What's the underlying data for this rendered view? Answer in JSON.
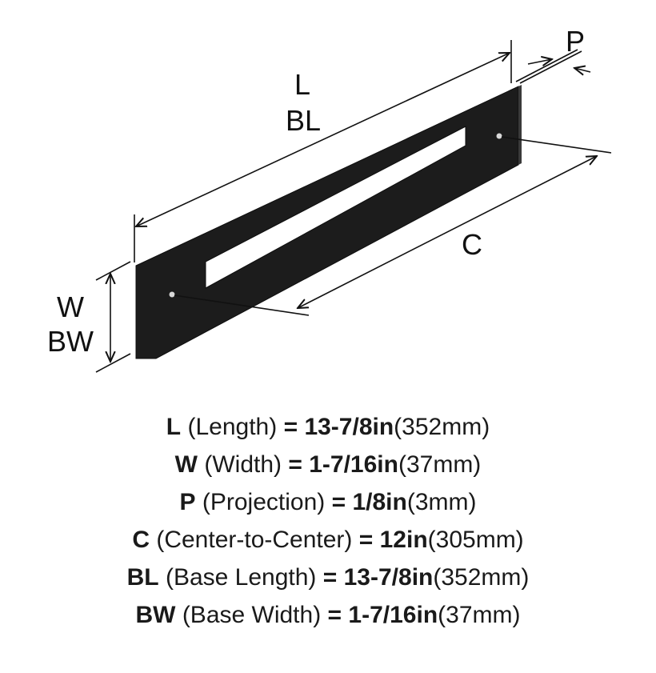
{
  "diagram": {
    "labels": {
      "length": "L",
      "base_length": "BL",
      "projection": "P",
      "center_to_center": "C",
      "width": "W",
      "base_width": "BW"
    },
    "handle_color": "#1c1c1c",
    "line_color": "#111111"
  },
  "specs": [
    {
      "code": "L",
      "name": "(Length)",
      "eq": "=",
      "imperial": "13-7/8in",
      "metric": "(352mm)"
    },
    {
      "code": "W",
      "name": "(Width)",
      "eq": "=",
      "imperial": "1-7/16in",
      "metric": "(37mm)"
    },
    {
      "code": "P",
      "name": "(Projection)",
      "eq": "=",
      "imperial": "1/8in",
      "metric": "(3mm)"
    },
    {
      "code": "C",
      "name": "(Center-to-Center)",
      "eq": "=",
      "imperial": "12in",
      "metric": "(305mm)"
    },
    {
      "code": "BL",
      "name": "(Base Length)",
      "eq": "=",
      "imperial": "13-7/8in",
      "metric": "(352mm)"
    },
    {
      "code": "BW",
      "name": "(Base Width)",
      "eq": "=",
      "imperial": "1-7/16in",
      "metric": "(37mm)"
    }
  ]
}
